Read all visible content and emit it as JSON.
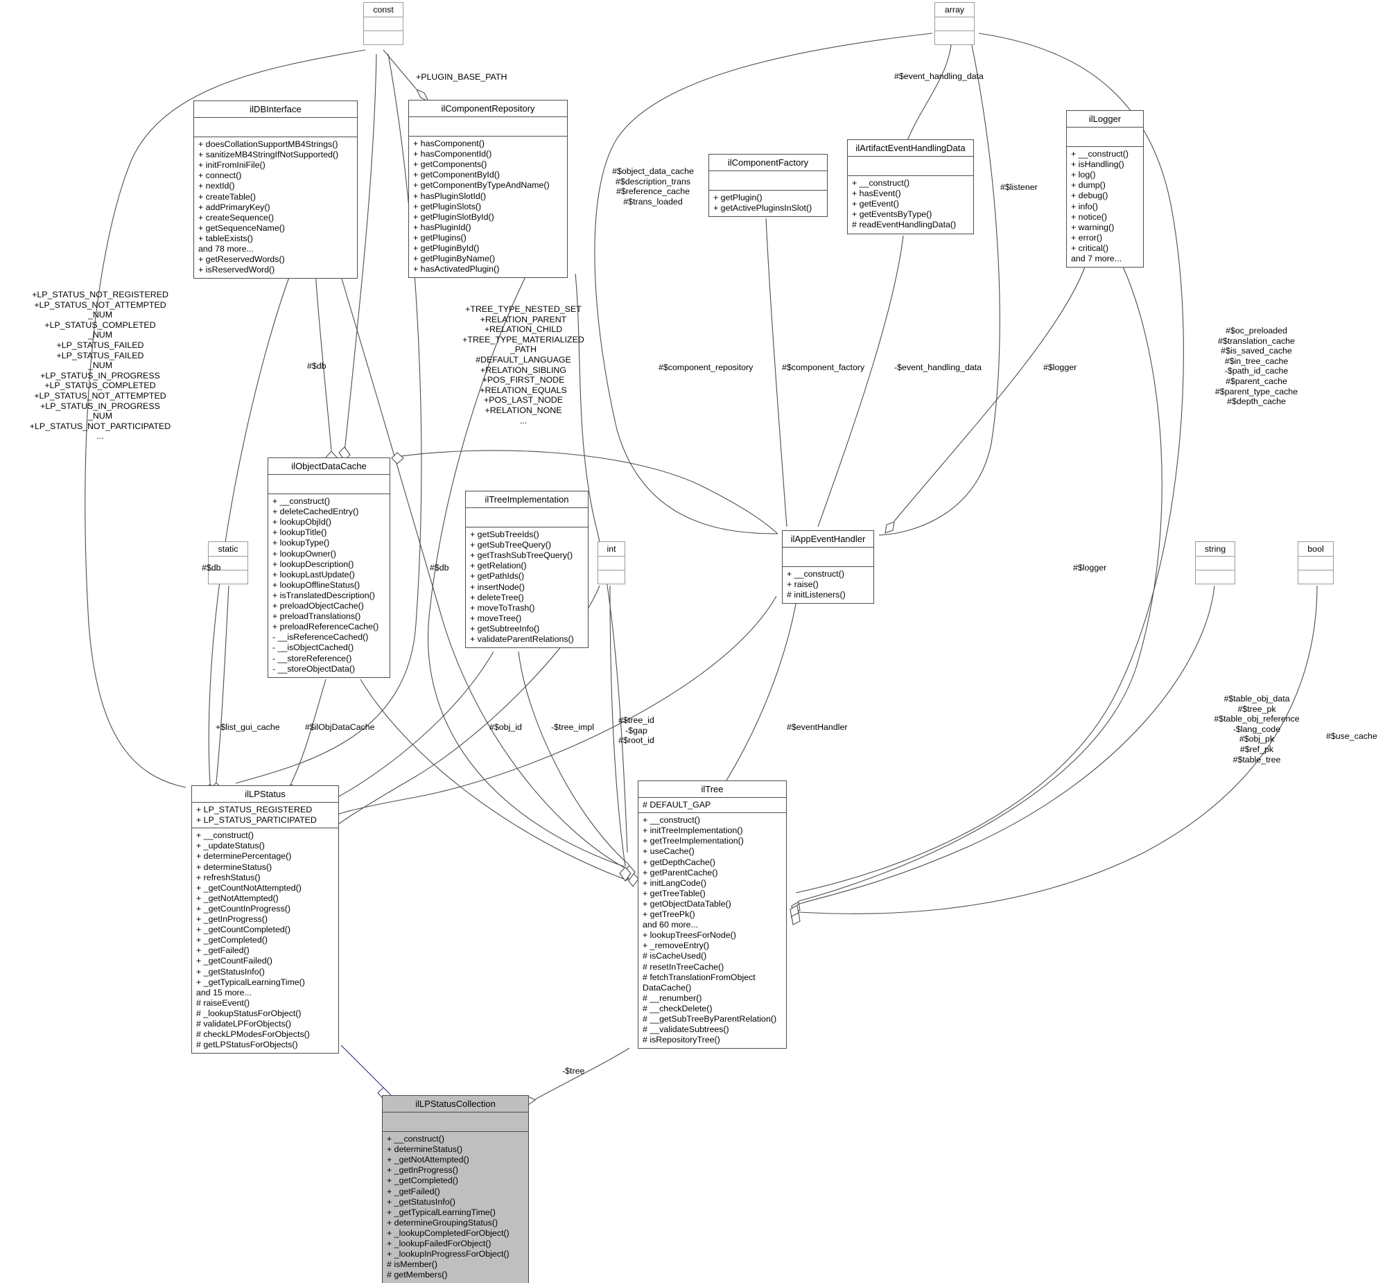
{
  "diagram": {
    "kind": "uml-class-diagram",
    "selected_class": "ilLPStatusCollection",
    "colors": {
      "line": "#4c4c4c",
      "stub_line": "#9a9a9a",
      "selected_fill": "#bfbfbf",
      "inherit_line": "#3a3a8c",
      "background": "#ffffff"
    }
  },
  "stubs": [
    {
      "name": "const",
      "label": "const"
    },
    {
      "name": "array",
      "label": "array"
    },
    {
      "name": "static",
      "label": "static"
    },
    {
      "name": "int",
      "label": "int"
    },
    {
      "name": "string",
      "label": "string"
    },
    {
      "name": "bool",
      "label": "bool"
    }
  ],
  "classes": [
    {
      "id": "ilDBInterface",
      "title": "ilDBInterface",
      "attributes": [],
      "operations": [
        "+ doesCollationSupportMB4Strings()",
        "+ sanitizeMB4StringIfNotSupported()",
        "+ initFromIniFile()",
        "+ connect()",
        "+ nextId()",
        "+ createTable()",
        "+ addPrimaryKey()",
        "+ createSequence()",
        "+ getSequenceName()",
        "+ tableExists()",
        "and 78 more...",
        "+ getReservedWords()",
        "+ isReservedWord()"
      ]
    },
    {
      "id": "ilComponentRepository",
      "title": "ilComponentRepository",
      "attributes": [],
      "operations": [
        "+ hasComponent()",
        "+ hasComponentId()",
        "+ getComponents()",
        "+ getComponentById()",
        "+ getComponentByTypeAndName()",
        "+ hasPluginSlotId()",
        "+ getPluginSlots()",
        "+ getPluginSlotById()",
        "+ hasPluginId()",
        "+ getPlugins()",
        "+ getPluginById()",
        "+ getPluginByName()",
        "+ hasActivatedPlugin()"
      ]
    },
    {
      "id": "ilComponentFactory",
      "title": "ilComponentFactory",
      "attributes": [],
      "operations": [
        "+ getPlugin()",
        "+ getActivePluginsInSlot()"
      ]
    },
    {
      "id": "ilArtifactEventHandlingData",
      "title": "ilArtifactEventHandlingData",
      "attributes": [],
      "operations": [
        "+ __construct()",
        "+ hasEvent()",
        "+ getEvent()",
        "+ getEventsByType()",
        "# readEventHandlingData()"
      ]
    },
    {
      "id": "ilLogger",
      "title": "ilLogger",
      "attributes": [],
      "operations": [
        "+ __construct()",
        "+ isHandling()",
        "+ log()",
        "+ dump()",
        "+ debug()",
        "+ info()",
        "+ notice()",
        "+ warning()",
        "+ error()",
        "+ critical()",
        "and 7 more..."
      ]
    },
    {
      "id": "ilObjectDataCache",
      "title": "ilObjectDataCache",
      "attributes": [],
      "operations": [
        "+ __construct()",
        "+ deleteCachedEntry()",
        "+ lookupObjId()",
        "+ lookupTitle()",
        "+ lookupType()",
        "+ lookupOwner()",
        "+ lookupDescription()",
        "+ lookupLastUpdate()",
        "+ lookupOfflineStatus()",
        "+ isTranslatedDescription()",
        "+ preloadObjectCache()",
        "+ preloadTranslations()",
        "+ preloadReferenceCache()",
        "- __isReferenceCached()",
        "- __isObjectCached()",
        "- __storeReference()",
        "- __storeObjectData()"
      ]
    },
    {
      "id": "ilTreeImplementation",
      "title": "ilTreeImplementation",
      "attributes": [],
      "operations": [
        "+ getSubTreeIds()",
        "+ getSubTreeQuery()",
        "+ getTrashSubTreeQuery()",
        "+ getRelation()",
        "+ getPathIds()",
        "+ insertNode()",
        "+ deleteTree()",
        "+ moveToTrash()",
        "+ moveTree()",
        "+ getSubtreeInfo()",
        "+ validateParentRelations()"
      ]
    },
    {
      "id": "ilAppEventHandler",
      "title": "ilAppEventHandler",
      "attributes": [],
      "operations": [
        "+ __construct()",
        "+ raise()",
        "# initListeners()"
      ]
    },
    {
      "id": "ilLPStatus",
      "title": "ilLPStatus",
      "attributes": [
        "+ LP_STATUS_REGISTERED",
        "+ LP_STATUS_PARTICIPATED"
      ],
      "operations": [
        "+ __construct()",
        "+ _updateStatus()",
        "+ determinePercentage()",
        "+ determineStatus()",
        "+ refreshStatus()",
        "+ _getCountNotAttempted()",
        "+ _getNotAttempted()",
        "+ _getCountInProgress()",
        "+ _getInProgress()",
        "+ _getCountCompleted()",
        "+ _getCompleted()",
        "+ _getFailed()",
        "+ _getCountFailed()",
        "+ _getStatusInfo()",
        "+ _getTypicalLearningTime()",
        "and 15 more...",
        "# raiseEvent()",
        "# _lookupStatusForObject()",
        "# validateLPForObjects()",
        "# checkLPModesForObjects()",
        "# getLPStatusForObjects()"
      ]
    },
    {
      "id": "ilTree",
      "title": "ilTree",
      "attributes": [
        "# DEFAULT_GAP"
      ],
      "operations": [
        "+ __construct()",
        "+ initTreeImplementation()",
        "+ getTreeImplementation()",
        "+ useCache()",
        "+ getDepthCache()",
        "+ getParentCache()",
        "+ initLangCode()",
        "+ getTreeTable()",
        "+ getObjectDataTable()",
        "+ getTreePk()",
        "and 60 more...",
        "+ lookupTreesForNode()",
        "+ _removeEntry()",
        "# isCacheUsed()",
        "# resetInTreeCache()",
        "# fetchTranslationFromObject",
        "DataCache()",
        "# __renumber()",
        "# __checkDelete()",
        "# __getSubTreeByParentRelation()",
        "# __validateSubtrees()",
        "# isRepositoryTree()"
      ]
    },
    {
      "id": "ilLPStatusCollection",
      "title": "ilLPStatusCollection",
      "selected": true,
      "attributes": [],
      "operations": [
        "+ __construct()",
        "+ determineStatus()",
        "+ _getNotAttempted()",
        "+ _getInProgress()",
        "+ _getCompleted()",
        "+ _getFailed()",
        "+ _getStatusInfo()",
        "+ _getTypicalLearningTime()",
        "+ determineGroupingStatus()",
        "+ _lookupCompletedForObject()",
        "+ _lookupFailedForObject()",
        "+ _lookupInProgressForObject()",
        "# isMember()",
        "# getMembers()"
      ]
    }
  ],
  "edge_labels": [
    {
      "name": "plugin-base-path",
      "text": "+PLUGIN_BASE_PATH"
    },
    {
      "name": "event-handling-data",
      "text": "#$event_handling_data"
    },
    {
      "name": "lp-status-constants",
      "text": "+LP_STATUS_NOT_REGISTERED\n+LP_STATUS_NOT_ATTEMPTED\n_NUM\n+LP_STATUS_COMPLETED\n_NUM\n+LP_STATUS_FAILED\n+LP_STATUS_FAILED\n_NUM\n+LP_STATUS_IN_PROGRESS\n+LP_STATUS_COMPLETED\n+LP_STATUS_NOT_ATTEMPTED\n+LP_STATUS_IN_PROGRESS\n_NUM\n+LP_STATUS_NOT_PARTICIPATED\n..."
    },
    {
      "name": "object-data-cache-fields",
      "text": "#$object_data_cache\n#$description_trans\n#$reference_cache\n#$trans_loaded"
    },
    {
      "name": "listener",
      "text": "#$listener"
    },
    {
      "name": "tree-constants",
      "text": "+TREE_TYPE_NESTED_SET\n+RELATION_PARENT\n+RELATION_CHILD\n+TREE_TYPE_MATERIALIZED\n_PATH\n#DEFAULT_LANGUAGE\n+RELATION_SIBLING\n+POS_FIRST_NODE\n+RELATION_EQUALS\n+POS_LAST_NODE\n+RELATION_NONE\n..."
    },
    {
      "name": "db-1",
      "text": "#$db"
    },
    {
      "name": "component-repository",
      "text": "#$component_repository"
    },
    {
      "name": "component-factory",
      "text": "#$component_factory"
    },
    {
      "name": "event-handling-data-2",
      "text": "-$event_handling_data"
    },
    {
      "name": "logger-1",
      "text": "#$logger"
    },
    {
      "name": "tree-caches",
      "text": "#$oc_preloaded\n#$translation_cache\n#$is_saved_cache\n#$in_tree_cache\n-$path_id_cache\n#$parent_cache\n#$parent_type_cache\n#$depth_cache"
    },
    {
      "name": "db-2",
      "text": "#$db"
    },
    {
      "name": "db-3",
      "text": "#$db"
    },
    {
      "name": "logger-2",
      "text": "#$logger"
    },
    {
      "name": "list-gui-cache",
      "text": "+$list_gui_cache"
    },
    {
      "name": "il-obj-data-cache",
      "text": "#$ilObjDataCache"
    },
    {
      "name": "obj-id",
      "text": "#$obj_id"
    },
    {
      "name": "tree-impl",
      "text": "-$tree_impl"
    },
    {
      "name": "tree-id-gap-root",
      "text": "#$tree_id\n-$gap\n#$root_id"
    },
    {
      "name": "event-handler",
      "text": "#$eventHandler"
    },
    {
      "name": "table-fields",
      "text": "#$table_obj_data\n#$tree_pk\n#$table_obj_reference\n-$lang_code\n#$obj_pk\n#$ref_pk\n#$table_tree"
    },
    {
      "name": "use-cache",
      "text": "#$use_cache"
    },
    {
      "name": "tree-ref",
      "text": "-$tree"
    }
  ]
}
